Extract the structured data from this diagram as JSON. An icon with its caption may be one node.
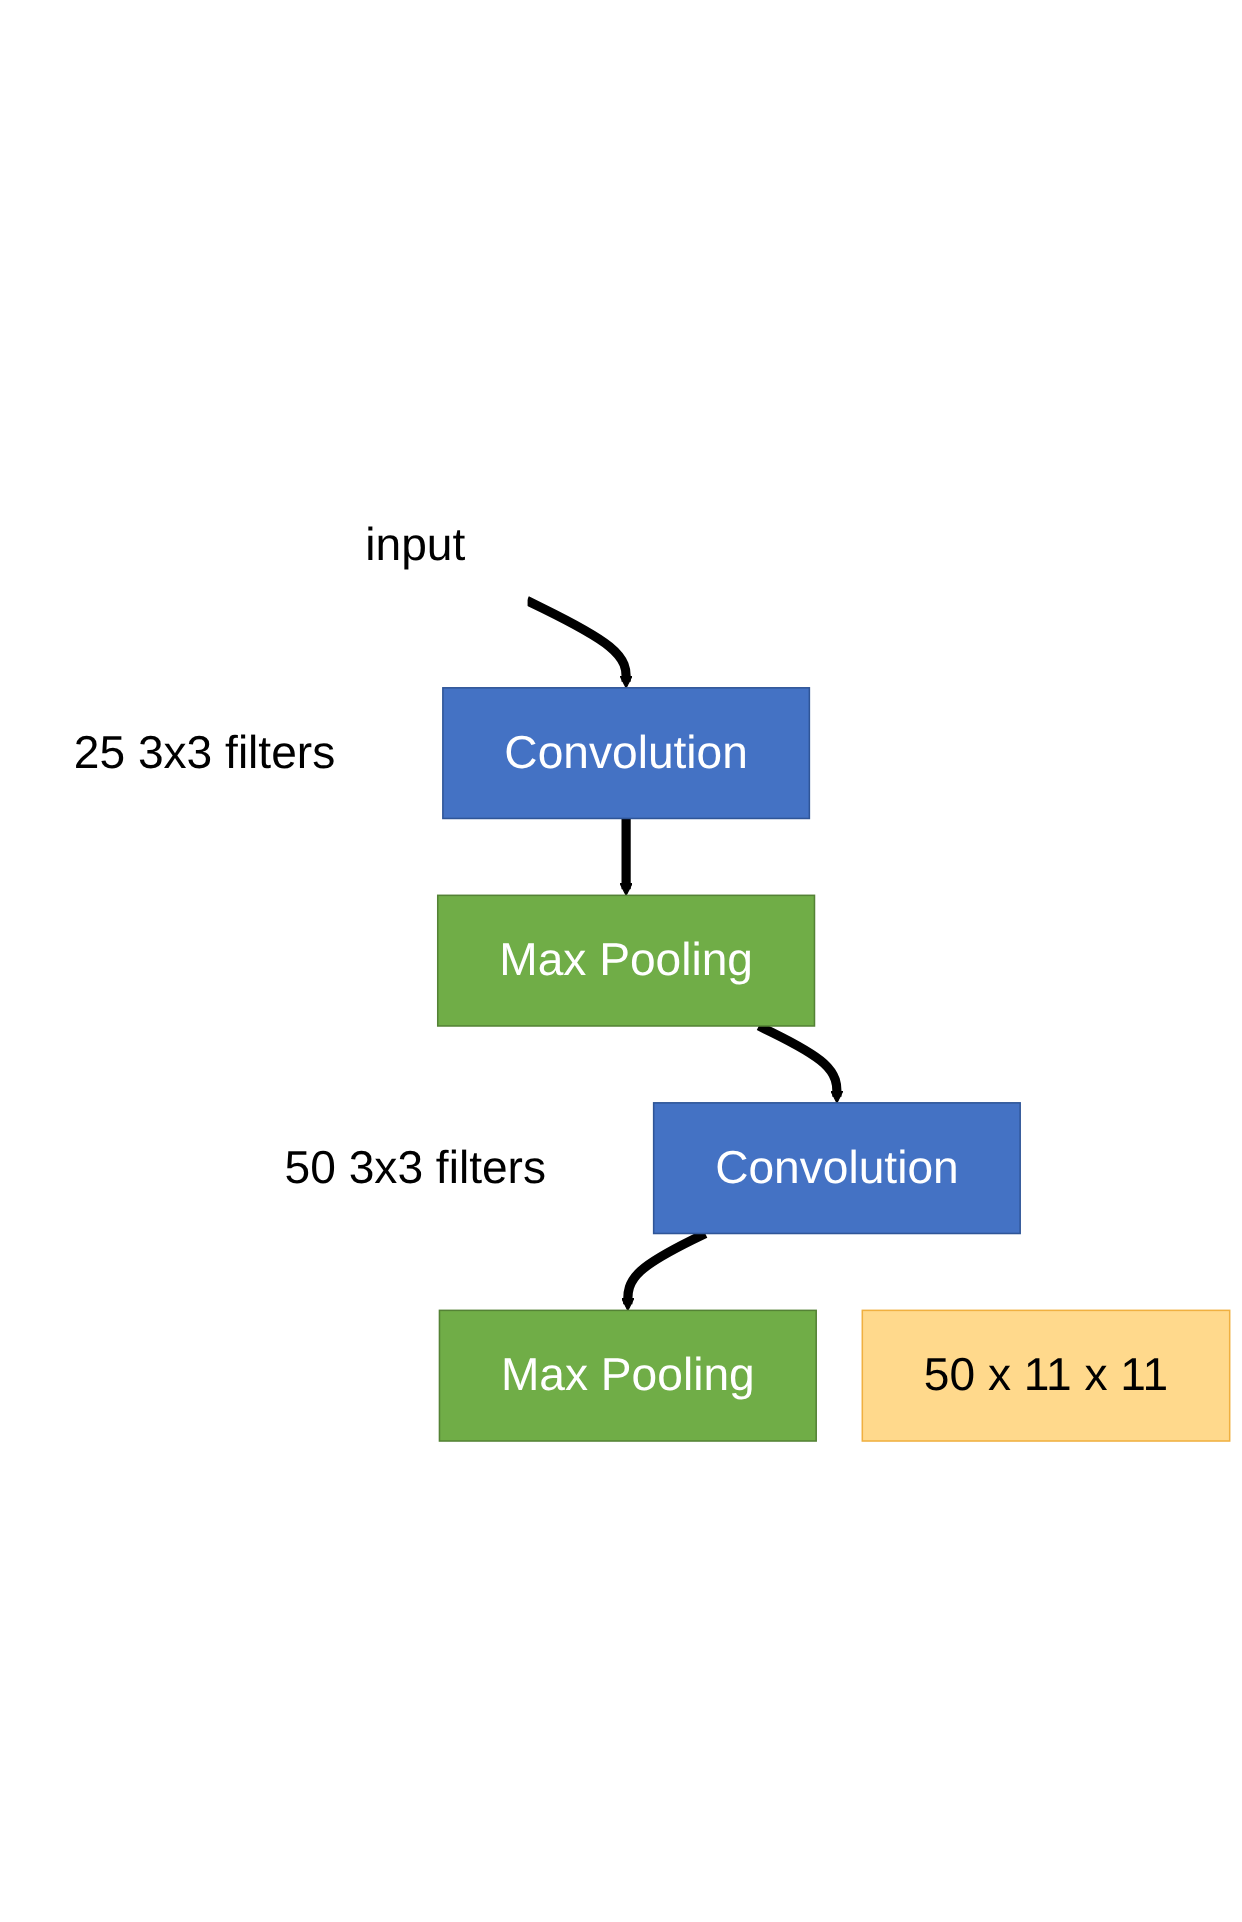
{
  "diagram": {
    "nodes": [
      {
        "text": [
          "input"
        ]
      },
      {
        "text": [
          "Convolution"
        ],
        "beside": [
          "25 3x3 filters"
        ]
      },
      {
        "text": [
          "Max Pooling"
        ]
      },
      {
        "text": [
          "Convolution"
        ],
        "beside": [
          "50 3x3 filters"
        ]
      },
      {
        "text": [
          "50 x 11 x 11"
        ]
      },
      {
        "text": [
          "Max Pooling"
        ]
      }
    ],
    "edges": [
      {
        "from": 0,
        "to": 1,
        "arrow": "to"
      },
      {
        "from": 1,
        "to": 2,
        "arrow": "to"
      },
      {
        "from": 2,
        "to": 3,
        "arrow": "to"
      },
      {
        "from": 3,
        "to": 5,
        "arrow": "to"
      }
    ]
  }
}
